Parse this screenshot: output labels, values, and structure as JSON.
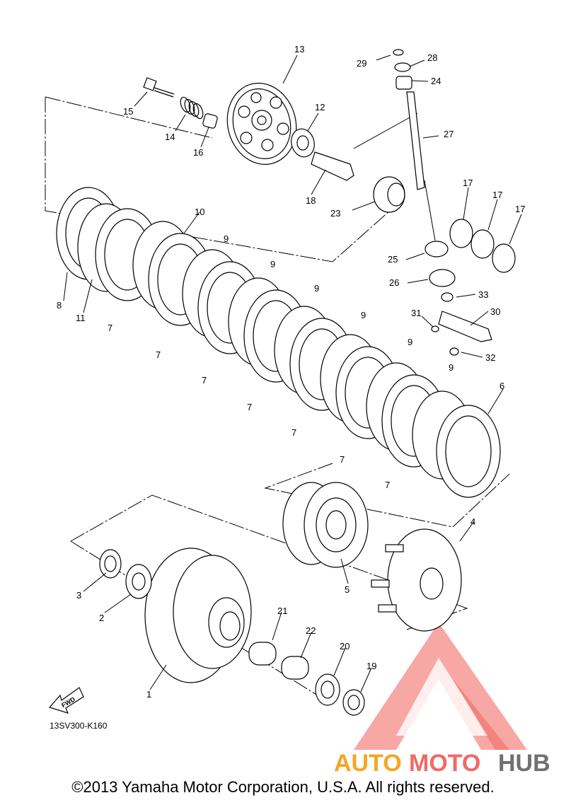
{
  "diagram_code": "13SV300-K160",
  "fwd_label": "FWD",
  "copyright": "©2013 Yamaha Motor Corporation, U.S.A. All rights reserved.",
  "watermark": {
    "part1": "AUTO",
    "part2": "MOTO",
    "part3": "HUB",
    "color_red": "#f06a66",
    "color_orange": "#f5a623",
    "color_gray": "#707070"
  },
  "callouts": {
    "n1": "1",
    "n2": "2",
    "n3": "3",
    "n4": "4",
    "n5": "5",
    "n6": "6",
    "n7": "7",
    "n8": "8",
    "n9": "9",
    "n10": "10",
    "n11": "11",
    "n12": "12",
    "n13": "13",
    "n14": "14",
    "n15": "15",
    "n16": "16",
    "n17": "17",
    "n18": "18",
    "n19": "19",
    "n20": "20",
    "n21": "21",
    "n22": "22",
    "n23": "23",
    "n24": "24",
    "n25": "25",
    "n26": "26",
    "n27": "27",
    "n28": "28",
    "n29": "29",
    "n30": "30",
    "n31": "31",
    "n32": "32",
    "n33": "33"
  }
}
